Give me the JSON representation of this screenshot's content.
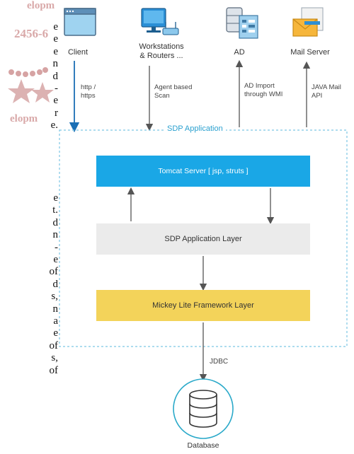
{
  "watermark": {
    "top_text": "elopm",
    "number_text": "2456-6",
    "bottom_text": "elopm",
    "stars_color": "#d6a3a3"
  },
  "left_text": {
    "para1": [
      "e",
      "e",
      "e",
      "n",
      "d",
      "-",
      "e",
      "r",
      "e."
    ],
    "para2": [
      "e",
      "t.",
      "d",
      "n",
      "-",
      "e",
      "of",
      "d",
      "s,",
      "n",
      "a",
      "e",
      "of",
      "s,",
      "of"
    ]
  },
  "nodes": {
    "client": {
      "label": "Client",
      "icon": "browser-window-icon"
    },
    "workstations": {
      "label_line1": "Workstations",
      "label_line2": "& Routers ...",
      "icon": "monitor-router-icon"
    },
    "ad": {
      "label": "AD",
      "icon": "database-document-icon"
    },
    "mail": {
      "label": "Mail Server",
      "icon": "envelope-icon"
    }
  },
  "edges": {
    "client": [
      "http /",
      "https"
    ],
    "workstations": [
      "Agent based",
      "Scan"
    ],
    "ad": [
      "AD Import",
      "through WMI"
    ],
    "mail": [
      "JAVA Mail",
      "API"
    ],
    "jdbc": "JDBC"
  },
  "application": {
    "title": "SDP Application",
    "tomcat": "Tomcat Server [ jsp, struts ]",
    "app_layer": "SDP Application Layer",
    "mickey": "Mickey Lite Framework Layer"
  },
  "database": {
    "label": "Database",
    "icon": "database-icon"
  },
  "colors": {
    "tomcat": "#1aa7e6",
    "app_layer": "#ebebeb",
    "mickey": "#f3d35a",
    "dashed_border": "#7cc6e4",
    "client_arrow": "#1b6fb5",
    "arrow": "#555555"
  }
}
